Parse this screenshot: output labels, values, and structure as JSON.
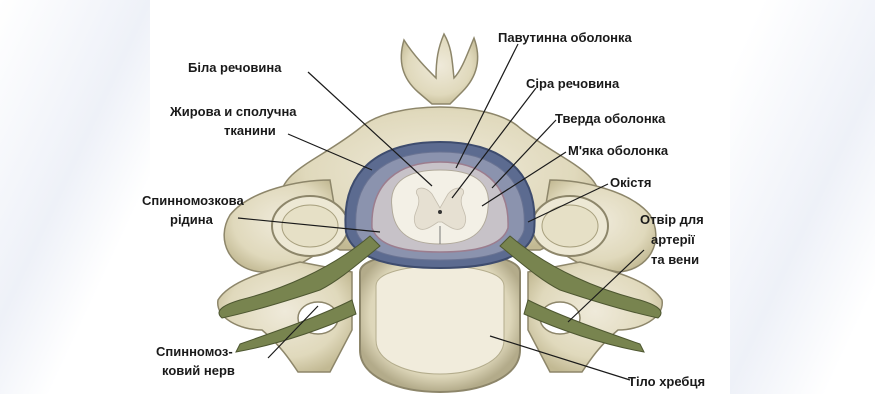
{
  "labels": {
    "arachnoid": "Павутинна оболонка",
    "white_matter": "Біла речовина",
    "gray_matter": "Сіра речовина",
    "fat_tissue_line1": "Жирова и сполучна",
    "fat_tissue_line2": "тканини",
    "dura": "Тверда оболонка",
    "pia": "М'яка оболонка",
    "periosteum": "Окістя",
    "csf_line1": "Спинномозкова",
    "csf_line2": "рідина",
    "foramen_line1": "Отвір для",
    "foramen_line2": "артерії",
    "foramen_line3": "та вени",
    "nerve_line1": "Спинномоз-",
    "nerve_line2": "ковий нерв",
    "body": "Тіло хребця"
  },
  "colors": {
    "bone": "#e6e1c8",
    "bone_shadow": "#b9b294",
    "bone_outline": "#8d866a",
    "cord": "#f2eee4",
    "membrane": "#4d5f86",
    "nerve": "#7a8452",
    "background_band": "#eef1f8"
  }
}
